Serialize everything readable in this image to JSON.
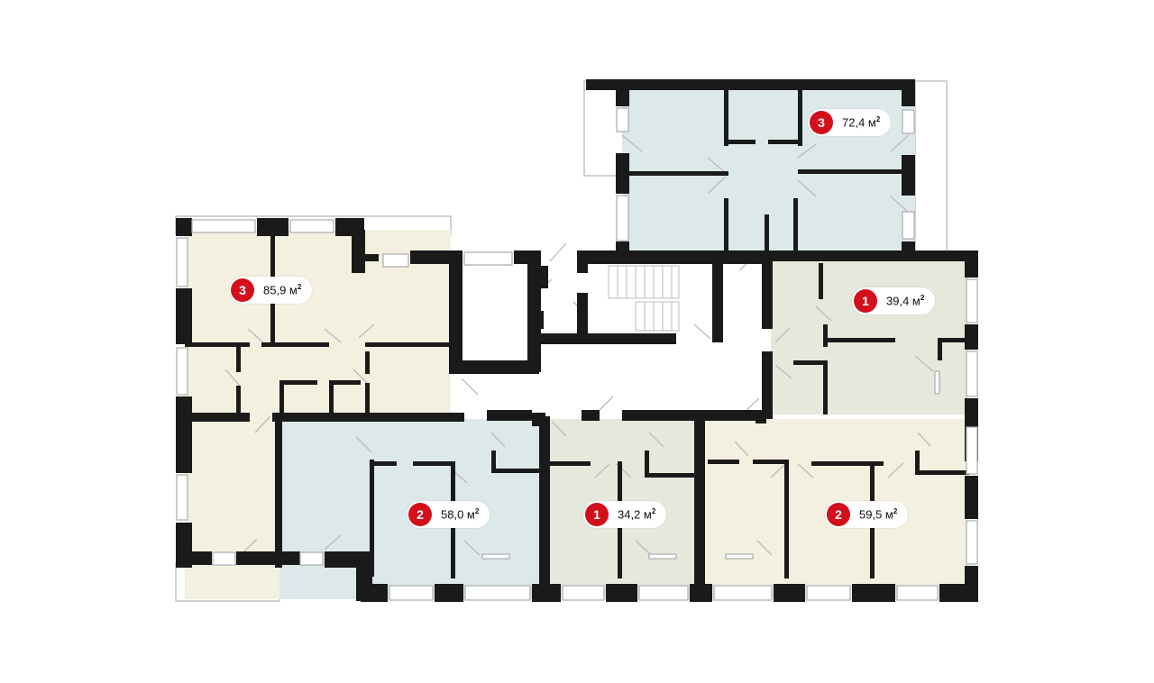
{
  "colors": {
    "wall": "#1a1a1a",
    "badge": "#d40f1c",
    "blue_unit": "#dde8ea",
    "green_unit": "#e5e9dc",
    "beige_unit": "#f4f0df",
    "window": "#bfc3c3",
    "hall": "#ffffff"
  },
  "apartments": [
    {
      "id": "apt-top-right",
      "rooms": "3",
      "area": "72,4 м",
      "unit_sup": "2",
      "color": "blue"
    },
    {
      "id": "apt-left-top",
      "rooms": "3",
      "area": "85,9 м",
      "unit_sup": "2",
      "color": "beige"
    },
    {
      "id": "apt-right-mid",
      "rooms": "1",
      "area": "39,4 м",
      "unit_sup": "2",
      "color": "green"
    },
    {
      "id": "apt-bottom-a",
      "rooms": "2",
      "area": "58,0 м",
      "unit_sup": "2",
      "color": "blue"
    },
    {
      "id": "apt-bottom-b",
      "rooms": "1",
      "area": "34,2 м",
      "unit_sup": "2",
      "color": "green"
    },
    {
      "id": "apt-bottom-c",
      "rooms": "2",
      "area": "59,5 м",
      "unit_sup": "2",
      "color": "beige"
    }
  ]
}
